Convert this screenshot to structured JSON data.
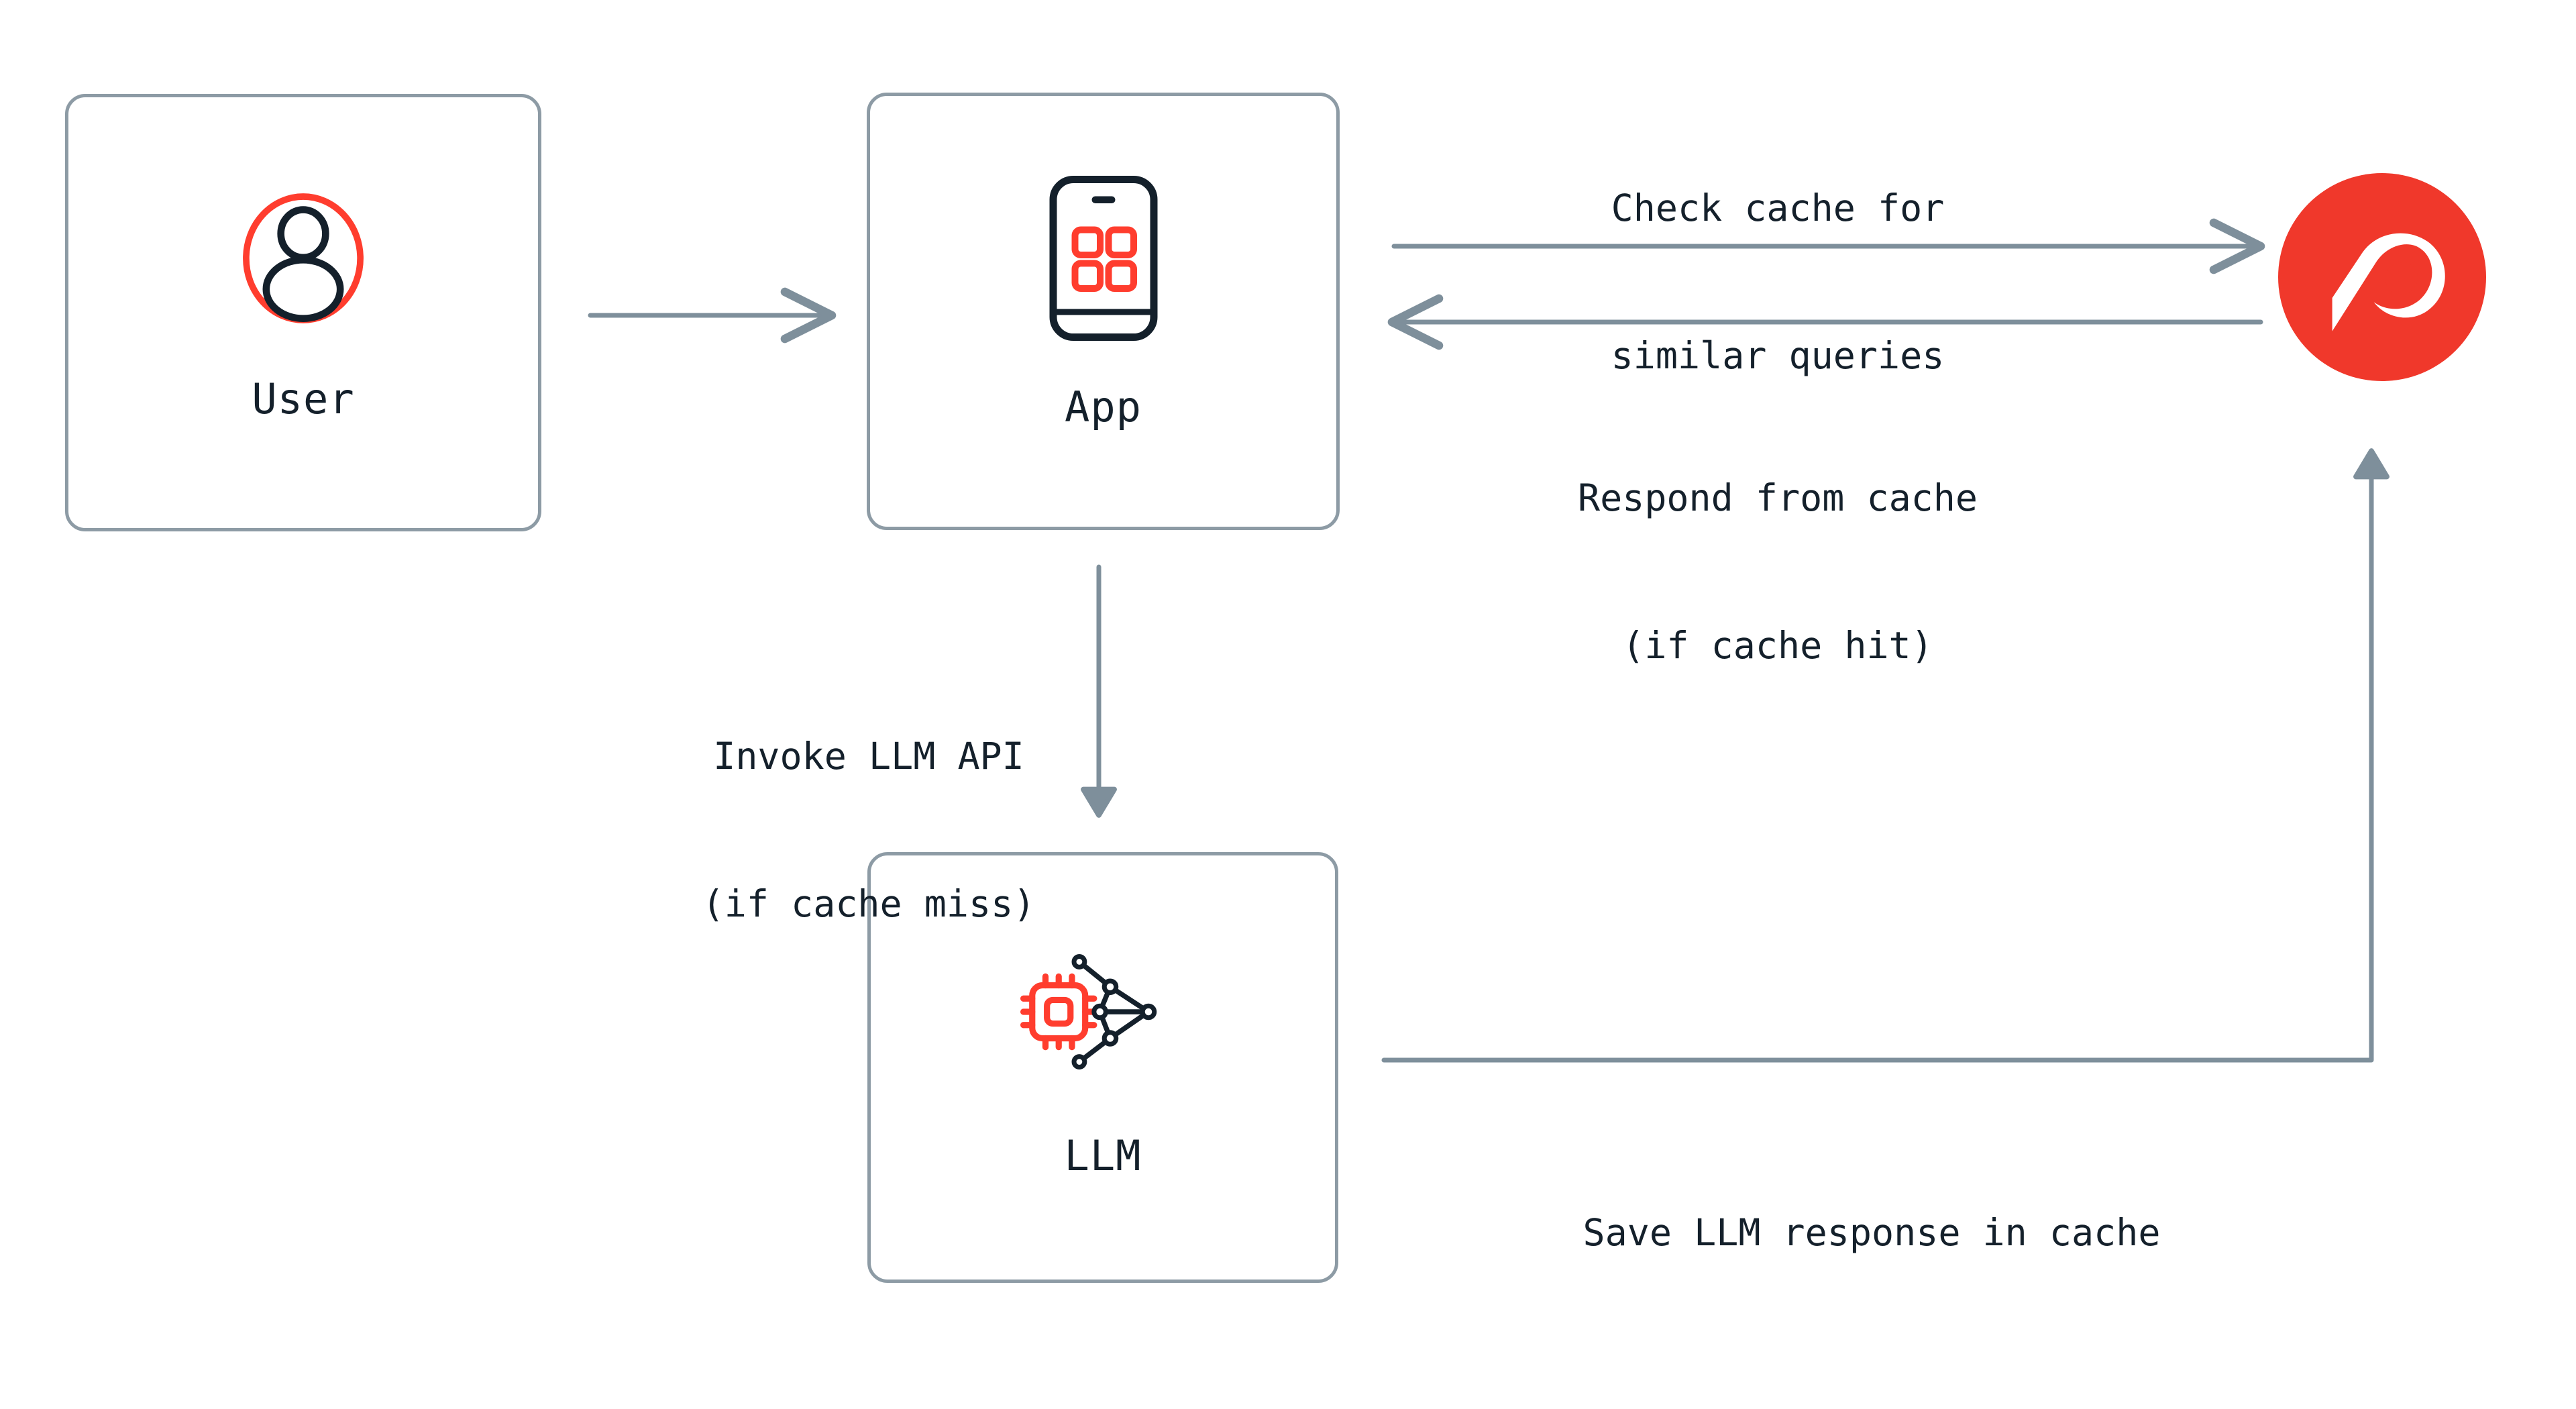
{
  "diagram": {
    "title": "LLM semantic caching flow",
    "colors": {
      "box_border": "#8d9ba5",
      "connector": "#7e8f9b",
      "text": "#14202b",
      "accent_red": "#ff3d2e",
      "redis_red": "#f0382b",
      "background": "#ffffff"
    },
    "nodes": [
      {
        "id": "user",
        "label": "User",
        "icon": "user-avatar-icon"
      },
      {
        "id": "app",
        "label": "App",
        "icon": "mobile-app-icon"
      },
      {
        "id": "llm",
        "label": "LLM",
        "icon": "llm-chip-network-icon"
      },
      {
        "id": "redis",
        "label": "",
        "icon": "redis-logo-icon"
      }
    ],
    "edges": [
      {
        "id": "user-to-app",
        "from": "user",
        "to": "app",
        "label": "",
        "direction": "right"
      },
      {
        "id": "app-to-redis",
        "from": "app",
        "to": "redis",
        "label_line1": "Check cache for",
        "label_line2": "similar queries",
        "direction": "right"
      },
      {
        "id": "redis-to-app",
        "from": "redis",
        "to": "app",
        "label_line1": "Respond from cache",
        "label_line2": "(if cache hit)",
        "direction": "left"
      },
      {
        "id": "app-to-llm",
        "from": "app",
        "to": "llm",
        "label_line1": "Invoke LLM API",
        "label_line2": "(if cache miss)",
        "direction": "down"
      },
      {
        "id": "llm-to-redis",
        "from": "llm",
        "to": "redis",
        "label_line1": "Save LLM response in cache",
        "label_line2": "",
        "direction": "right-up"
      }
    ]
  }
}
